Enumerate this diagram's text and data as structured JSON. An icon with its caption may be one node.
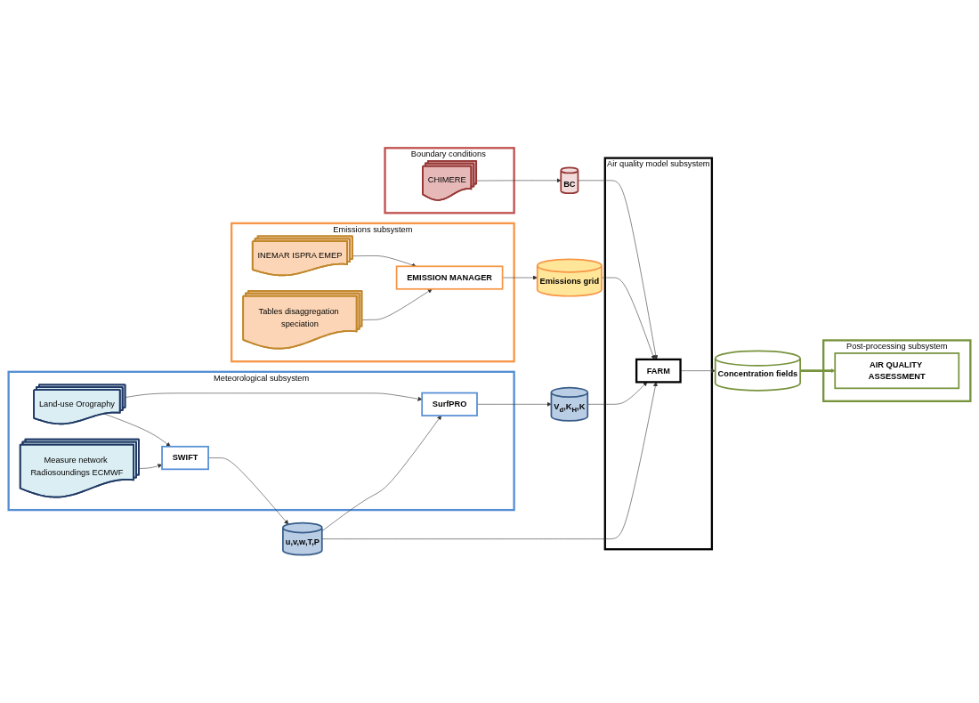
{
  "diagram": {
    "nodes": [
      {
        "text": [
          "Meteorological subsystem"
        ]
      },
      {
        "text": [
          "Land-use Orography"
        ],
        "in": 0
      },
      {
        "text": [
          "Measure network Radiosoundings ECMWF"
        ],
        "in": 0
      },
      {
        "text": [
          "SWIFT"
        ],
        "in": 0
      },
      {
        "text": [
          "SurfPRO"
        ],
        "in": 0
      },
      {
        "text": [
          "Emissions subsystem"
        ]
      },
      {
        "text": [
          "INEMAR ISPRA EMEP"
        ],
        "in": 5
      },
      {
        "text": [
          "Tables disaggregation speciation"
        ],
        "in": 5
      },
      {
        "text": [
          "EMISSION MANAGER"
        ],
        "in": 5
      },
      {
        "text": [
          "Emissions grid"
        ]
      },
      {
        "text": [
          "Air quality model subsystem"
        ]
      },
      {
        "text": [
          "u,v,w,T,P"
        ]
      },
      {
        "text": [
          "V$_{d}$,K$_{H}$,K"
        ]
      },
      {
        "text": [
          "FARM"
        ],
        "in": 10
      },
      {
        "text": [
          "Boundary conditions subsystem"
        ]
      },
      {
        "text": [
          "CHIMERE"
        ],
        "in": 14
      },
      {
        "text": [
          "BC"
        ]
      },
      {
        "text": [
          "Post-processing subsystem"
        ]
      },
      {
        "text": [
          "Concentration fields"
        ]
      },
      {
        "text": [
          "AIR QUALITY ASSESSMENT"
        ],
        "in": 17
      }
    ],
    "edges": [
      {
        "from": 1,
        "to": 3,
        "arrow": "to"
      },
      {
        "from": 1,
        "to": 4,
        "arrow": "to"
      },
      {
        "from": 2,
        "to": 3,
        "arrow": "to"
      },
      {
        "from": 3,
        "to": 11,
        "arrow": "to"
      },
      {
        "from": 11,
        "to": 4,
        "arrow": "to"
      },
      {
        "from": 4,
        "to": 12,
        "arrow": "to"
      },
      {
        "from": 11,
        "to": 13,
        "arrow": "to"
      },
      {
        "from": 12,
        "to": 13,
        "arrow": "to"
      },
      {
        "from": 9,
        "to": 13,
        "arrow": "to"
      },
      {
        "from": 6,
        "to": 8,
        "arrow": "to"
      },
      {
        "from": 7,
        "to": 8,
        "arrow": "to"
      },
      {
        "from": 8,
        "to": 9,
        "arrow": "to"
      },
      {
        "from": 15,
        "to": 16,
        "arrow": "to"
      },
      {
        "from": 16,
        "to": 13,
        "arrow": "to"
      },
      {
        "from": 13,
        "to": 18,
        "arrow": "to"
      },
      {
        "from": 18,
        "to": 19,
        "arrow": "to",
        "style": "thick",
        "color": "#77933c"
      }
    ]
  }
}
